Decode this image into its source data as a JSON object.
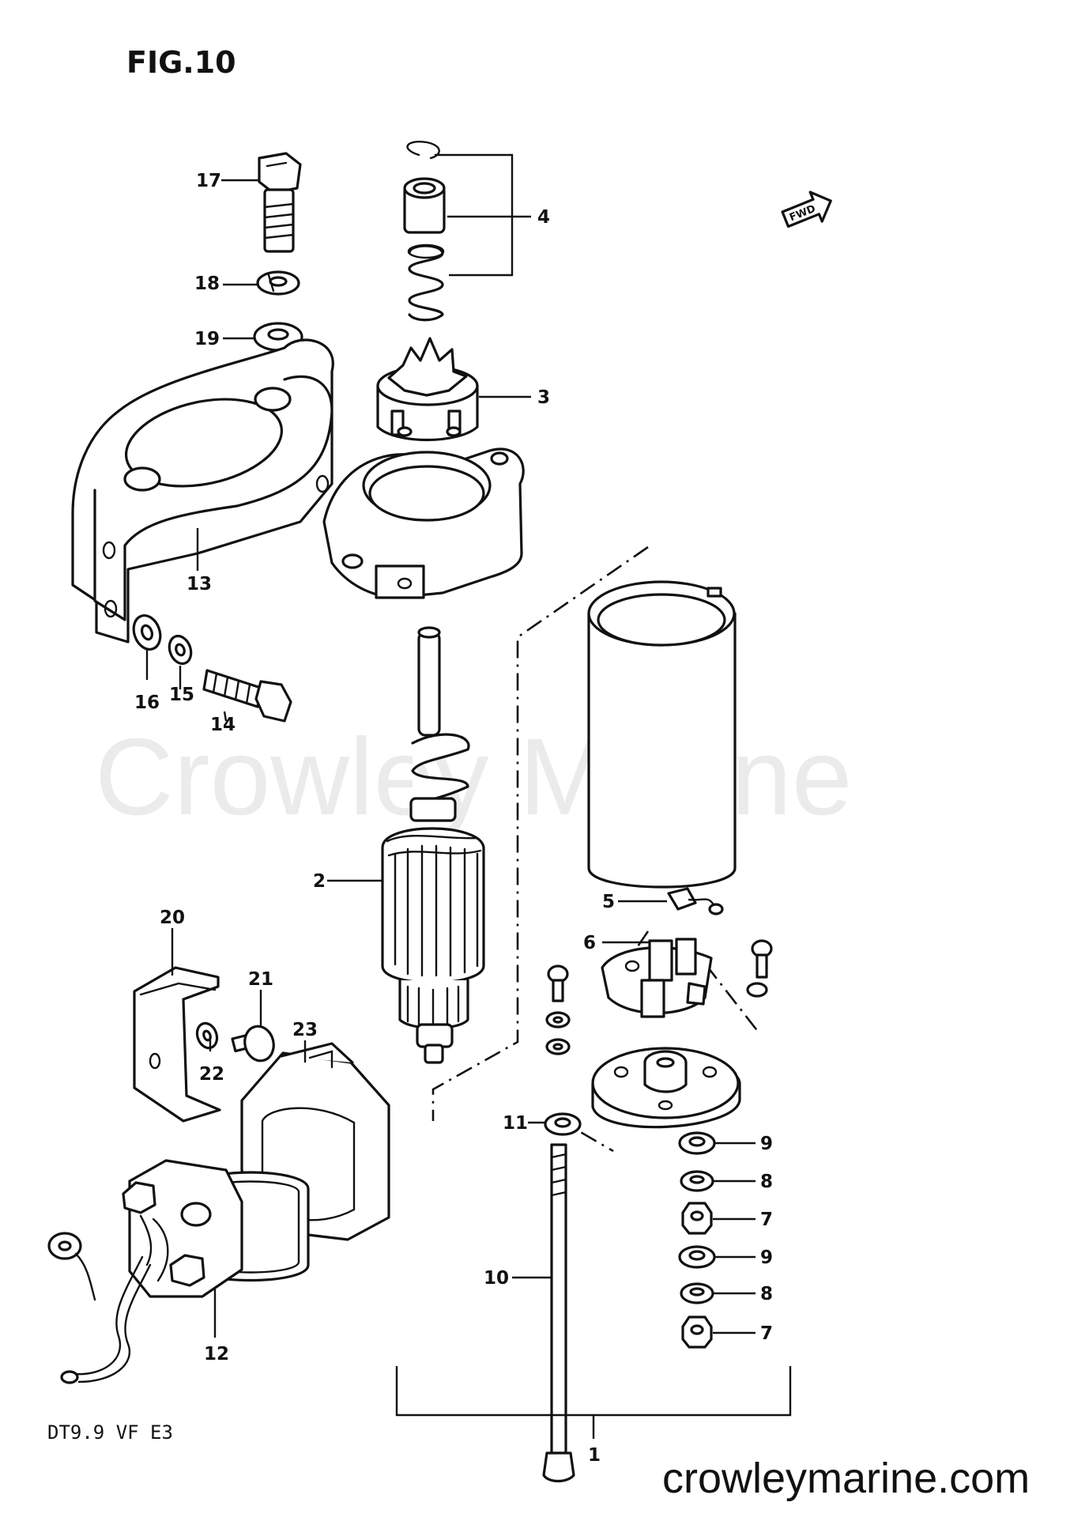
{
  "figure": {
    "title": "FIG.10",
    "model_code": "DT9.9 VF E3",
    "fwd_badge": "FWD",
    "watermark": "Crowley Marine",
    "website": "crowleymarine.com"
  },
  "callouts": {
    "c1": "1",
    "c2": "2",
    "c3": "3",
    "c4": "4",
    "c5": "5",
    "c6": "6",
    "c7a": "7",
    "c7b": "7",
    "c8a": "8",
    "c8b": "8",
    "c9a": "9",
    "c9b": "9",
    "c10": "10",
    "c11": "11",
    "c12": "12",
    "c13": "13",
    "c14": "14",
    "c15": "15",
    "c16": "16",
    "c17": "17",
    "c18": "18",
    "c19": "19",
    "c20": "20",
    "c21": "21",
    "c22": "22",
    "c23": "23"
  }
}
